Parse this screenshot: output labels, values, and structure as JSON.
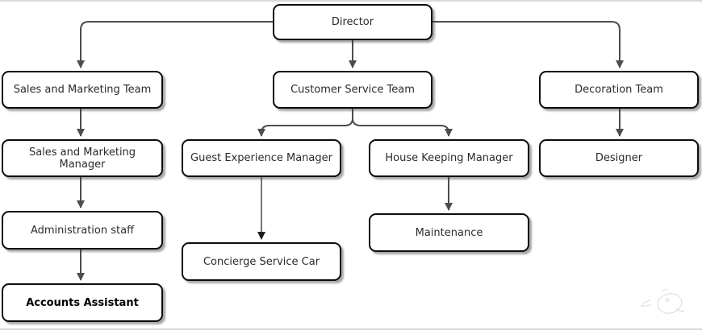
{
  "diagram_type": "org-chart",
  "nodes": [
    {
      "id": "director",
      "label": "Director"
    },
    {
      "id": "sales-marketing-team",
      "label": "Sales and Marketing Team"
    },
    {
      "id": "customer-service-team",
      "label": "Customer Service Team"
    },
    {
      "id": "decoration-team",
      "label": "Decoration Team"
    },
    {
      "id": "sales-marketing-manager",
      "label": "Sales and Marketing Manager"
    },
    {
      "id": "guest-experience-manager",
      "label": "Guest Experience Manager"
    },
    {
      "id": "house-keeping-manager",
      "label": "House Keeping Manager"
    },
    {
      "id": "designer",
      "label": "Designer"
    },
    {
      "id": "administration-staff",
      "label": "Administration staff"
    },
    {
      "id": "maintenance",
      "label": "Maintenance"
    },
    {
      "id": "concierge-service-car",
      "label": "Concierge Service Car"
    },
    {
      "id": "accounts-assistant",
      "label": "Accounts Assistant",
      "bold": true
    }
  ],
  "edges": [
    {
      "from": "Director",
      "to": "Sales and Marketing Team"
    },
    {
      "from": "Director",
      "to": "Customer Service Team"
    },
    {
      "from": "Director",
      "to": "Decoration Team"
    },
    {
      "from": "Sales and Marketing Team",
      "to": "Sales and Marketing Manager"
    },
    {
      "from": "Sales and Marketing Manager",
      "to": "Administration staff"
    },
    {
      "from": "Administration staff",
      "to": "Accounts Assistant"
    },
    {
      "from": "Customer Service Team",
      "to": "Guest Experience Manager"
    },
    {
      "from": "Customer Service Team",
      "to": "House Keeping Manager"
    },
    {
      "from": "Guest Experience Manager",
      "to": "Concierge Service Car"
    },
    {
      "from": "House Keeping Manager",
      "to": "Maintenance"
    },
    {
      "from": "Decoration Team",
      "to": "Designer"
    }
  ],
  "colors": {
    "background": "#ffffff",
    "box_border": "#0c0c0c",
    "box_fill": "#ffffff",
    "connector": "#4d4d4d",
    "thin_connector": "#1a1a1a",
    "text": "#2b2b2b"
  }
}
